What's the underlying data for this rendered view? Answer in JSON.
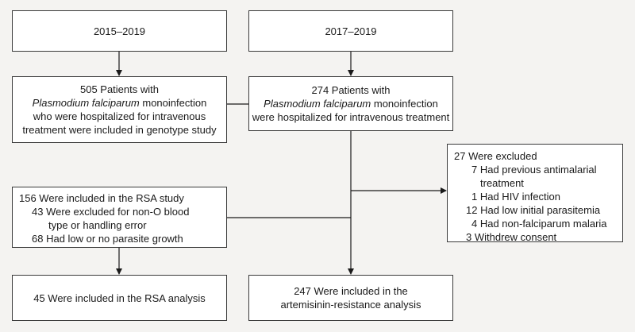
{
  "box_2015": {
    "label": "2015–2019"
  },
  "box_2017": {
    "label": "2017–2019"
  },
  "box_505": {
    "line1": "505 Patients with",
    "italic": "Plasmodium falciparum",
    "line2_rest": " monoinfection",
    "line3": "who were hospitalized for intravenous",
    "line4": "treatment were included in genotype study"
  },
  "box_274": {
    "line1": "274 Patients with",
    "italic": "Plasmodium falciparum",
    "line2_rest": " monoinfection",
    "line3": "were hospitalized for intravenous treatment"
  },
  "box_excluded": {
    "title": "27 Were excluded",
    "items": [
      {
        "line1": "7 Had previous antimalarial",
        "line2": "treatment"
      },
      {
        "line1": "1 Had HIV infection"
      },
      {
        "line1": "12 Had low initial parasitemia"
      },
      {
        "line1": "4 Had non-falciparum malaria"
      },
      {
        "line1": "3 Withdrew consent"
      }
    ]
  },
  "box_rsa_study": {
    "title": "156 Were included in the RSA study",
    "item1_line1": "43 Were excluded for non-O blood",
    "item1_line2": "type or handling error",
    "item2": "68 Had low or no parasite growth"
  },
  "box_rsa_analysis": {
    "label": "45 Were included in the RSA analysis"
  },
  "box_art": {
    "line1": "247 Were included in the",
    "line2": "artemisinin-resistance analysis"
  }
}
